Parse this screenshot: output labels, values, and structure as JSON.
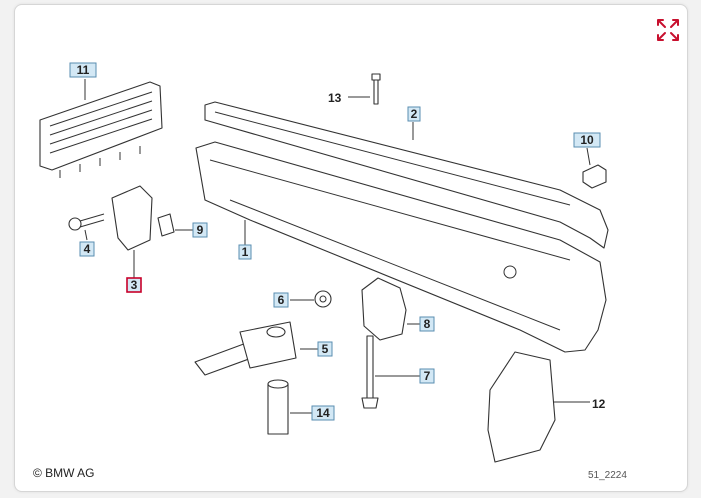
{
  "copyright": "© BMW AG",
  "diagram_code": "51_2224",
  "colors": {
    "label_box": "#d3e8f5",
    "label_border": "#5a8eb0",
    "highlight_border": "#c8002a",
    "expand_icon": "#c8102e"
  },
  "icons": {
    "expand": "expand-arrows-icon"
  },
  "callouts": [
    {
      "id": "c11",
      "label": "11",
      "style": "box"
    },
    {
      "id": "c13",
      "label": "13",
      "style": "plain"
    },
    {
      "id": "c2",
      "label": "2",
      "style": "box"
    },
    {
      "id": "c10",
      "label": "10",
      "style": "box"
    },
    {
      "id": "c9",
      "label": "9",
      "style": "box"
    },
    {
      "id": "c1",
      "label": "1",
      "style": "box"
    },
    {
      "id": "c4",
      "label": "4",
      "style": "box"
    },
    {
      "id": "c3",
      "label": "3",
      "style": "highlight"
    },
    {
      "id": "c6",
      "label": "6",
      "style": "box"
    },
    {
      "id": "c8",
      "label": "8",
      "style": "box"
    },
    {
      "id": "c5",
      "label": "5",
      "style": "box"
    },
    {
      "id": "c7",
      "label": "7",
      "style": "box"
    },
    {
      "id": "c12",
      "label": "12",
      "style": "plain"
    },
    {
      "id": "c14",
      "label": "14",
      "style": "box"
    }
  ]
}
